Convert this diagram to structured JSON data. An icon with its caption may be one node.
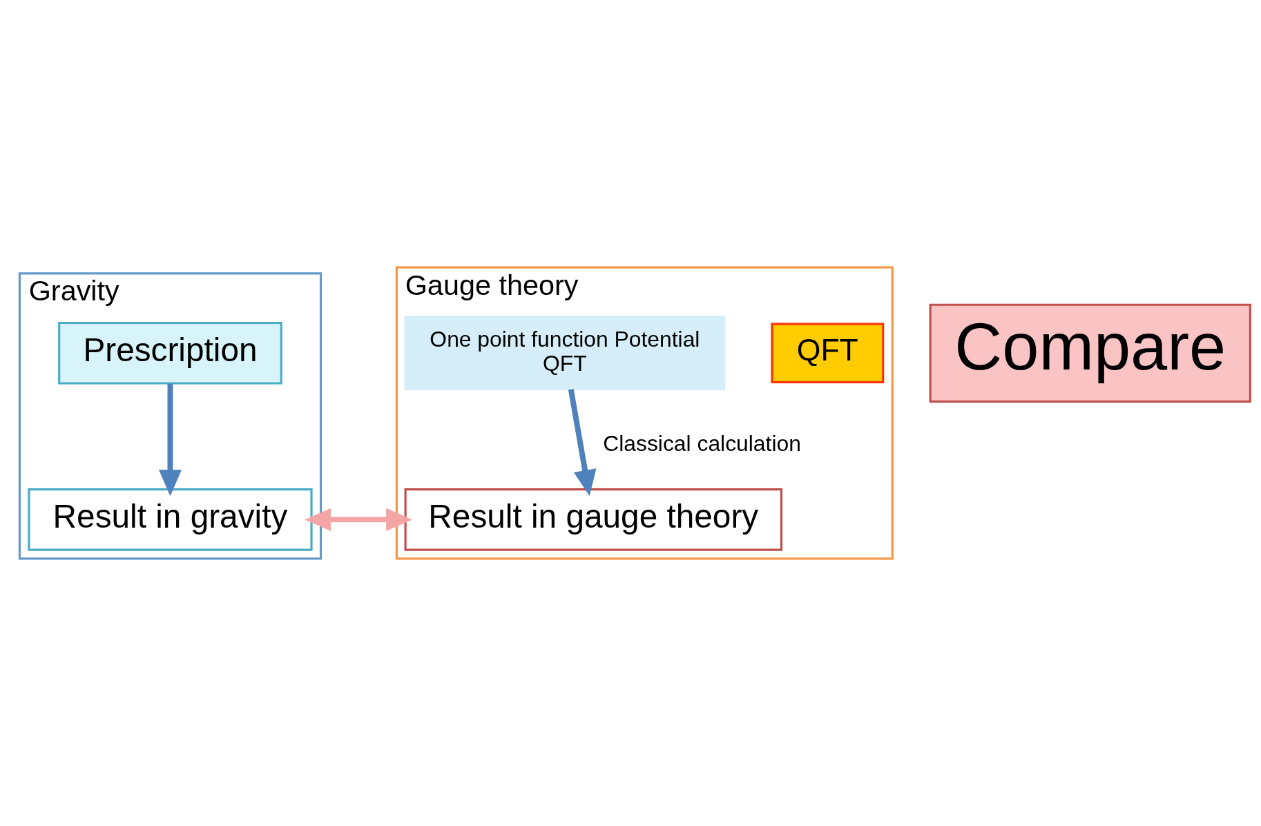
{
  "diagram": {
    "nodes": [
      {
        "text": [
          "Gravity"
        ]
      },
      {
        "text": [
          "Prescription"
        ],
        "in": 0
      },
      {
        "text": [
          "Result in gravity"
        ],
        "in": 0
      },
      {
        "text": [
          "Gauge theory"
        ]
      },
      {
        "text": [
          "QFT"
        ],
        "in": 3
      },
      {
        "text": [
          "One point function Potential",
          "QFT"
        ],
        "in": 3
      },
      {
        "text": [
          "Result in gauge theory"
        ],
        "in": 3
      },
      {
        "text": [
          "Compare"
        ]
      }
    ],
    "edges": [
      {
        "from": 1,
        "to": 2,
        "arrow": "to"
      },
      {
        "from": 5,
        "to": 6,
        "arrow": "to",
        "label": "Classical calculation"
      },
      {
        "from": 2,
        "to": 6,
        "arrow": "both",
        "color": "#f4a6a6"
      }
    ]
  }
}
